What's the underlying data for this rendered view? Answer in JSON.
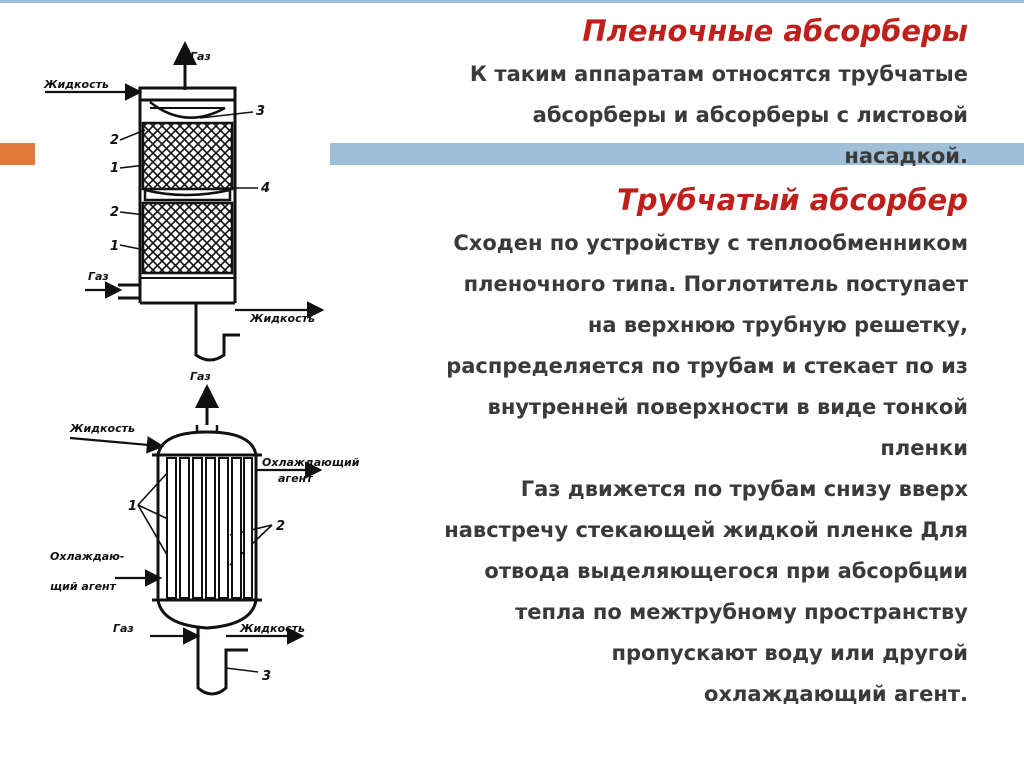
{
  "colors": {
    "accent_orange": "#e3793a",
    "accent_blue": "#9ebfd7",
    "heading_red": "#c0201c",
    "body_text": "#3a3a3a"
  },
  "text": {
    "title1": "Пленочные абсорберы",
    "para1": [
      "К таким аппаратам относятся трубчатые",
      "абсорберы и абсорберы с листовой",
      "насадкой."
    ],
    "title2": "Трубчатый абсорбер",
    "para2": [
      "Сходен по устройству с теплообменником",
      "пленочного типа. Поглотитель поступает",
      "на верхнюю трубную решетку,",
      "распределяется по трубам и стекает по из",
      "внутренней поверхности в виде тонкой",
      "пленки",
      "Газ движется по трубам снизу вверх",
      "навстречу стекающей жидкой пленке Для",
      "отвода выделяющегося при абсорбции",
      "тепла по межтрубному пространству",
      "пропускают воду или другой",
      "охлаждающий агент."
    ]
  },
  "diagram_top": {
    "gas_out": "Газ",
    "liquid_in": "Жидкость",
    "gas_in": "Газ",
    "liquid_out": "Жидкость",
    "marks": [
      "2",
      "1",
      "2",
      "1",
      "3",
      "4"
    ]
  },
  "diagram_bottom": {
    "gas_out": "Газ",
    "liquid_in": "Жидкость",
    "coolant_out": [
      "Охлаждающий",
      "агент"
    ],
    "coolant_in": [
      "Охлаждаю-",
      "щий агент"
    ],
    "gas_in": "Газ",
    "liquid_out": "Жидкость",
    "marks": [
      "1",
      "2",
      "3"
    ]
  }
}
